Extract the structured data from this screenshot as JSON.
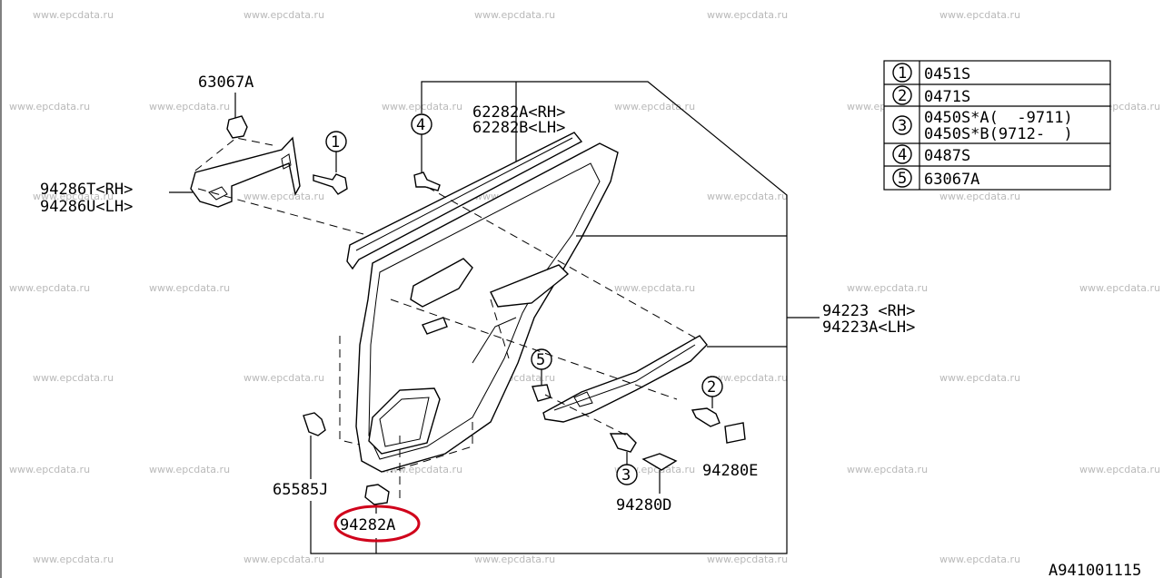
{
  "watermark": "www.epcdata.ru",
  "drawing_code": "A941001115",
  "labels": {
    "bracket_part": "63067A",
    "bracket_rh": "94286T<RH>",
    "bracket_lh": "94286U<LH>",
    "weatherstrip_rh": "62282A<RH>",
    "weatherstrip_lh": "62282B<LH>",
    "trim_rh": "94223 <RH>",
    "trim_lh": "94223A<LH>",
    "clip": "65585J",
    "clip_highlighted": "94282A",
    "cap_d": "94280D",
    "cap_e": "94280E"
  },
  "callouts": {
    "c1": "1",
    "c2": "2",
    "c3": "3",
    "c4": "4",
    "c5": "5"
  },
  "legend": [
    {
      "num": "1",
      "part": "0451S"
    },
    {
      "num": "2",
      "part": "0471S"
    },
    {
      "num": "3",
      "part": "0450S*A(  -9711)",
      "part2": "0450S*B(9712-  )"
    },
    {
      "num": "4",
      "part": "0487S"
    },
    {
      "num": "5",
      "part": "63067A"
    }
  ],
  "colors": {
    "highlight": "#d0021b",
    "line": "#000000",
    "watermark": "#b9b9b9"
  }
}
